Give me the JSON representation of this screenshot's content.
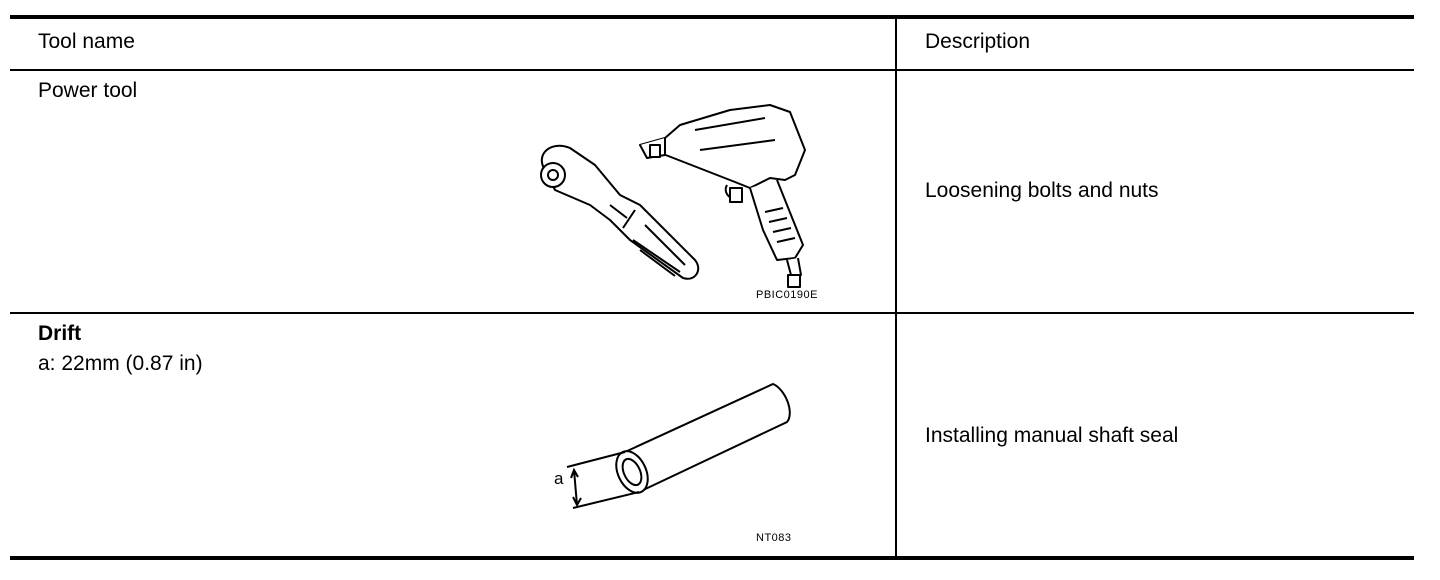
{
  "table": {
    "header": {
      "tool_name": "Tool name",
      "description": "Description"
    },
    "rows": [
      {
        "tool_name": "Power tool",
        "detail": "",
        "figure_code": "PBIC0190E",
        "figure_icons": [
          "ratchet-wrench-icon",
          "impact-wrench-icon"
        ],
        "description": "Loosening bolts and nuts"
      },
      {
        "tool_name": "Drift",
        "detail": "a: 22mm (0.87 in)",
        "figure_label": "a",
        "figure_code": "NT083",
        "figure_icons": [
          "drift-tube-icon"
        ],
        "description": "Installing manual shaft seal"
      }
    ]
  }
}
